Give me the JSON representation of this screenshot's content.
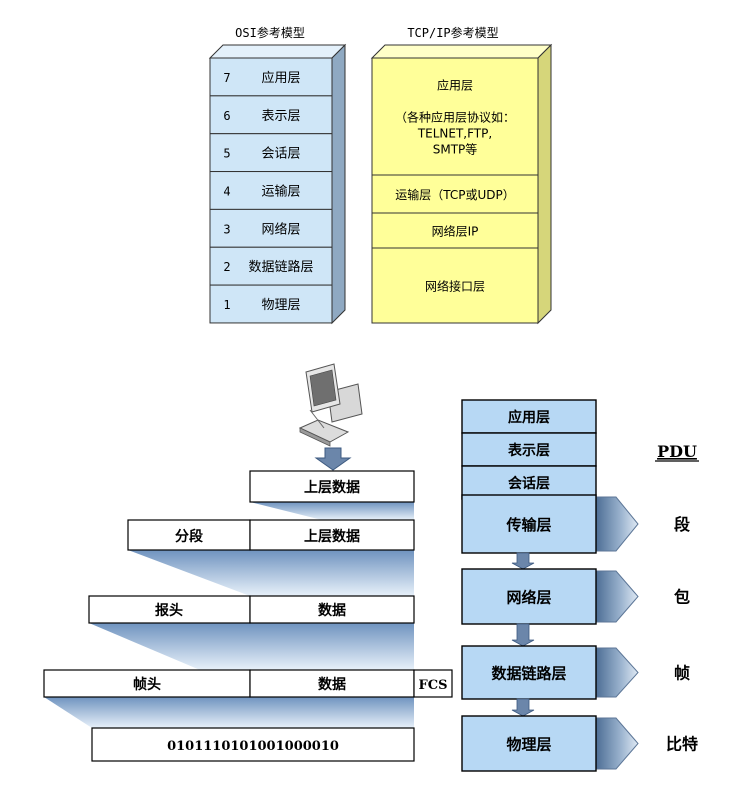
{
  "osi_model": {
    "title": "OSI参考模型",
    "layers": [
      {
        "num": "7",
        "name": "应用层"
      },
      {
        "num": "6",
        "name": "表示层"
      },
      {
        "num": "5",
        "name": "会话层"
      },
      {
        "num": "4",
        "name": "运输层"
      },
      {
        "num": "3",
        "name": "网络层"
      },
      {
        "num": "2",
        "name": "数据链路层"
      },
      {
        "num": "1",
        "name": "物理层"
      }
    ]
  },
  "tcpip_model": {
    "title": "TCP/IP参考模型",
    "layers": [
      {
        "lines": [
          "应用层",
          "",
          "（各种应用层协议如：",
          "TELNET,FTP,",
          "SMTP等"
        ]
      },
      {
        "lines": [
          "运输层（TCP或UDP）"
        ]
      },
      {
        "lines": [
          "网络层IP"
        ]
      },
      {
        "lines": [
          "网络接口层"
        ]
      }
    ]
  },
  "encapsulation": {
    "upper_data": "上层数据",
    "segment_header": "分段",
    "segment_data": "上层数据",
    "packet_header": "报头",
    "packet_data": "数据",
    "frame_header": "帧头",
    "frame_data": "数据",
    "frame_trailer": "FCS",
    "bits": "0101110101001000010"
  },
  "pdu_stack": {
    "pdu_label": "PDU",
    "upper_layers": [
      "应用层",
      "表示层",
      "会话层"
    ],
    "layers": [
      {
        "name": "传输层",
        "pdu": "段"
      },
      {
        "name": "网络层",
        "pdu": "包"
      },
      {
        "name": "数据链路层",
        "pdu": "帧"
      },
      {
        "name": "物理层",
        "pdu": "比特"
      }
    ]
  },
  "colors": {
    "osi_face": "#cfe6f7",
    "osi_side": "#8fa9c2",
    "tcpip_face": "#ffff99",
    "tcpip_side": "#d6d67a",
    "stack_face": "#b7d8f4",
    "stack_side": "#6e8aa8",
    "arrow": "#6b86aa",
    "wedge_dark": "#6f93bf",
    "wedge_light": "#e8f1fa"
  }
}
